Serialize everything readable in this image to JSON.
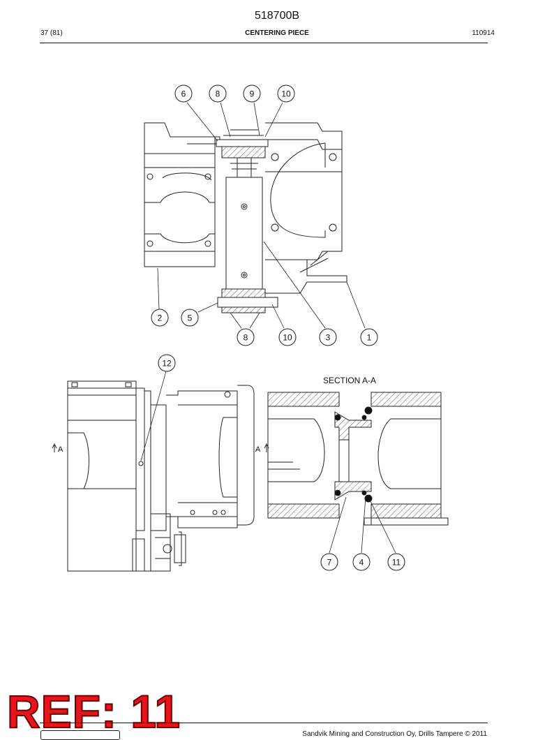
{
  "header": {
    "document_number": "518700B",
    "page": "37 (81)",
    "title": "CENTERING PIECE",
    "code": "110914"
  },
  "drawing": {
    "callouts_top": [
      "6",
      "8",
      "9",
      "10"
    ],
    "callouts_mid": [
      "2",
      "5",
      "8",
      "10",
      "3",
      "1"
    ],
    "callout_side": "12",
    "callouts_section": [
      "7",
      "4",
      "11"
    ],
    "section_title": "SECTION  A-A",
    "section_marker": "A"
  },
  "stamp": {
    "text": "REF: 11"
  },
  "footer": {
    "copyright": "Sandvik Mining and Construction Oy, Drills Tampere © 2011"
  }
}
